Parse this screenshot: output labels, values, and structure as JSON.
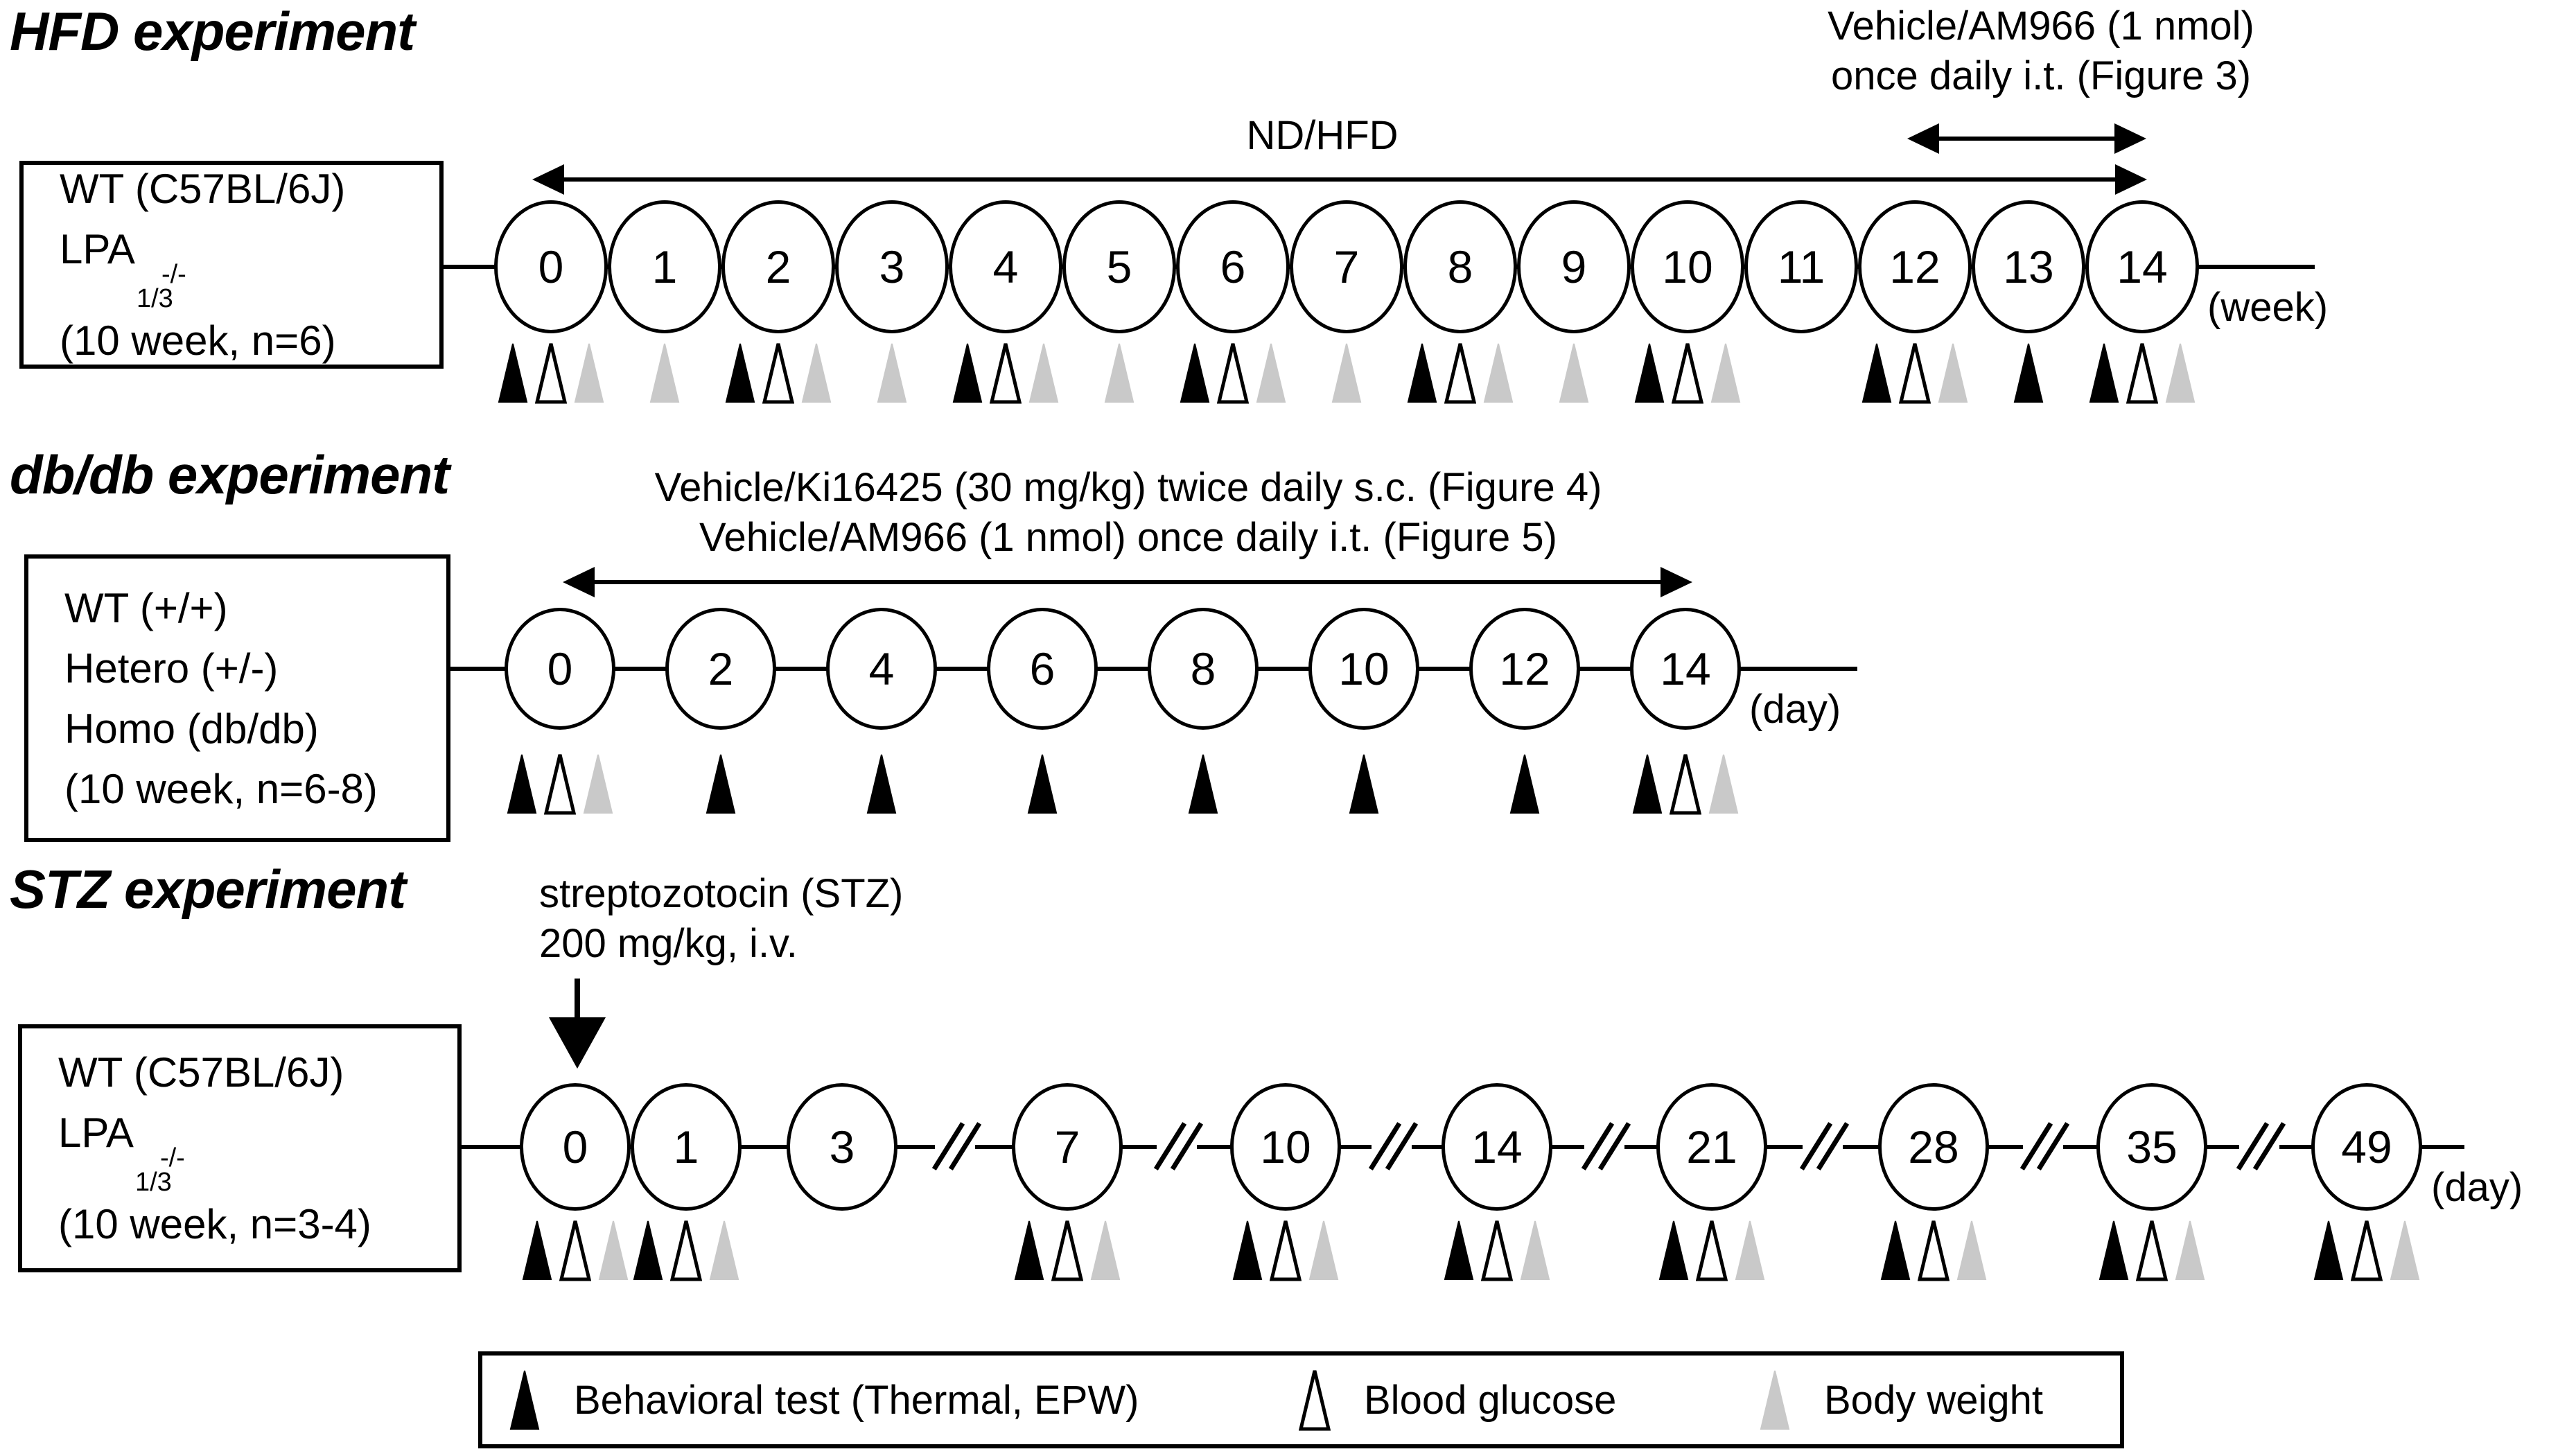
{
  "colors": {
    "black": "#000000",
    "white": "#ffffff",
    "gray": "#c9c9c9"
  },
  "legend": {
    "items": [
      {
        "marker": "black",
        "label": "Behavioral test (Thermal, EPW)"
      },
      {
        "marker": "white",
        "label": "Blood glucose"
      },
      {
        "marker": "gray",
        "label": "Body weight"
      }
    ]
  },
  "experiments": [
    {
      "id": "hfd",
      "title": "HFD experiment",
      "subject_box": {
        "lines": [
          {
            "text": "WT (C57BL/6J)"
          },
          {
            "text": "LPA",
            "sub": "1/3",
            "sup": "-/-"
          },
          {
            "text": "(10 week, n=6)"
          }
        ]
      },
      "treatment": {
        "lines": [
          "Vehicle/AM966 (1 nmol)",
          "once daily i.t. (Figure 3)"
        ]
      },
      "diet_label": "ND/HFD",
      "axis_unit": "(week)",
      "timeline": {
        "unit": "week",
        "points": [
          {
            "label": "0",
            "markers": [
              "black",
              "white",
              "gray"
            ]
          },
          {
            "label": "1",
            "markers": [
              "gray"
            ]
          },
          {
            "label": "2",
            "markers": [
              "black",
              "white",
              "gray"
            ]
          },
          {
            "label": "3",
            "markers": [
              "gray"
            ]
          },
          {
            "label": "4",
            "markers": [
              "black",
              "white",
              "gray"
            ]
          },
          {
            "label": "5",
            "markers": [
              "gray"
            ]
          },
          {
            "label": "6",
            "markers": [
              "black",
              "white",
              "gray"
            ]
          },
          {
            "label": "7",
            "markers": [
              "gray"
            ]
          },
          {
            "label": "8",
            "markers": [
              "black",
              "white",
              "gray"
            ]
          },
          {
            "label": "9",
            "markers": [
              "gray"
            ]
          },
          {
            "label": "10",
            "markers": [
              "black",
              "white",
              "gray"
            ]
          },
          {
            "label": "11",
            "markers": []
          },
          {
            "label": "12",
            "markers": [
              "black",
              "white",
              "gray"
            ]
          },
          {
            "label": "13",
            "markers": [
              "black"
            ]
          },
          {
            "label": "14",
            "markers": [
              "black",
              "white",
              "gray"
            ]
          }
        ]
      }
    },
    {
      "id": "dbdb",
      "title": "db/db experiment",
      "subject_box": {
        "lines": [
          {
            "text": "WT (+/+)"
          },
          {
            "text": "Hetero (+/-)"
          },
          {
            "text": "Homo (db/db)"
          },
          {
            "text": "(10 week, n=6-8)"
          }
        ]
      },
      "treatment": {
        "lines": [
          "Vehicle/Ki16425 (30 mg/kg) twice daily s.c. (Figure 4)",
          "Vehicle/AM966 (1 nmol) once daily i.t. (Figure 5)"
        ]
      },
      "axis_unit": "(day)",
      "timeline": {
        "unit": "day",
        "points": [
          {
            "label": "0",
            "markers": [
              "black",
              "white",
              "gray"
            ]
          },
          {
            "label": "2",
            "markers": [
              "black"
            ]
          },
          {
            "label": "4",
            "markers": [
              "black"
            ]
          },
          {
            "label": "6",
            "markers": [
              "black"
            ]
          },
          {
            "label": "8",
            "markers": [
              "black"
            ]
          },
          {
            "label": "10",
            "markers": [
              "black"
            ]
          },
          {
            "label": "12",
            "markers": [
              "black"
            ]
          },
          {
            "label": "14",
            "markers": [
              "black",
              "white",
              "gray"
            ]
          }
        ]
      }
    },
    {
      "id": "stz",
      "title": "STZ experiment",
      "subject_box": {
        "lines": [
          {
            "text": "WT (C57BL/6J)"
          },
          {
            "text": "LPA",
            "sub": "1/3",
            "sup": "-/-"
          },
          {
            "text": "(10 week, n=3-4)"
          }
        ]
      },
      "treatment": {
        "lines": [
          "streptozotocin (STZ)",
          "200 mg/kg, i.v."
        ]
      },
      "axis_unit": "(day)",
      "timeline": {
        "unit": "day",
        "points": [
          {
            "label": "0",
            "markers": [
              "black",
              "white",
              "gray"
            ]
          },
          {
            "label": "1",
            "markers": [
              "black",
              "white",
              "gray"
            ]
          },
          {
            "label": "3",
            "markers": []
          },
          {
            "label": "7",
            "markers": [
              "black",
              "white",
              "gray"
            ]
          },
          {
            "label": "10",
            "markers": [
              "black",
              "white",
              "gray"
            ]
          },
          {
            "label": "14",
            "markers": [
              "black",
              "white",
              "gray"
            ]
          },
          {
            "label": "21",
            "markers": [
              "black",
              "white",
              "gray"
            ]
          },
          {
            "label": "28",
            "markers": [
              "black",
              "white",
              "gray"
            ]
          },
          {
            "label": "35",
            "markers": [
              "black",
              "white",
              "gray"
            ]
          },
          {
            "label": "49",
            "markers": [
              "black",
              "white",
              "gray"
            ]
          }
        ],
        "breaks_after_labels": [
          "3",
          "7",
          "10",
          "14",
          "21",
          "28",
          "35"
        ]
      }
    }
  ]
}
